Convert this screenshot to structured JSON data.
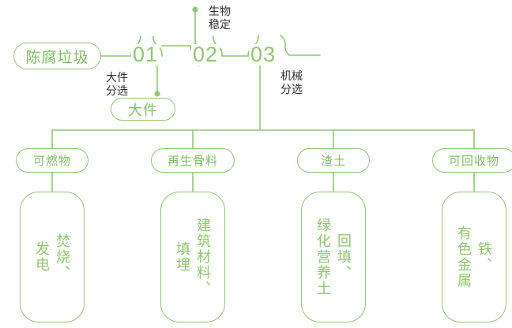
{
  "diagram": {
    "title_node": {
      "label": "陈腐垃圾"
    },
    "theme": {
      "green": "#8FC96F",
      "green_text": "#8CC96C",
      "dark_text": "#2f2f2f",
      "background": "#ffffff"
    },
    "stages": [
      {
        "number": "01",
        "process_label": "大件\n分选",
        "output": "大件"
      },
      {
        "number": "02",
        "process_label": "生物\n稳定",
        "output": null
      },
      {
        "number": "03",
        "process_label": "机械\n分选",
        "output": null
      }
    ],
    "branches": [
      {
        "label": "可燃物",
        "product": "焚烧、\n发电"
      },
      {
        "label": "再生骨料",
        "product": "建筑材料、\n填埋"
      },
      {
        "label": "渣土",
        "product": "回填、\n绿化营养土"
      },
      {
        "label": "可回收物",
        "product": "铁、\n有色金属"
      }
    ]
  }
}
